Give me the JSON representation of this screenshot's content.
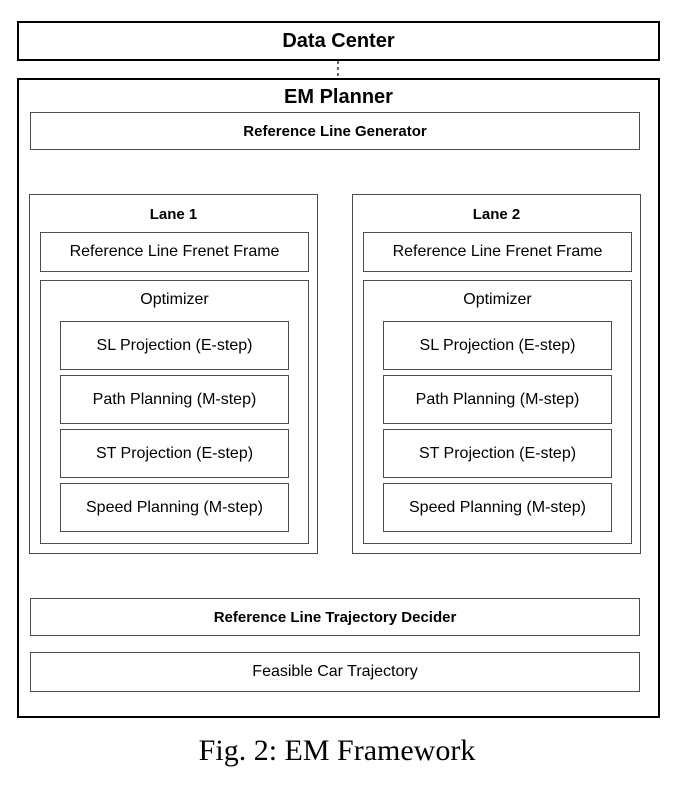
{
  "diagram": {
    "data_center_label": "Data Center",
    "em_planner_label": "EM Planner",
    "reference_line_generator_label": "Reference Line Generator",
    "lanes": [
      {
        "title": "Lane 1",
        "frenet_label": "Reference Line Frenet Frame",
        "optimizer_label": "Optimizer",
        "steps": [
          "SL Projection (E-step)",
          "Path Planning (M-step)",
          "ST Projection (E-step)",
          "Speed Planning (M-step)"
        ]
      },
      {
        "title": "Lane 2",
        "frenet_label": "Reference Line Frenet Frame",
        "optimizer_label": "Optimizer",
        "steps": [
          "SL Projection (E-step)",
          "Path Planning (M-step)",
          "ST Projection (E-step)",
          "Speed Planning (M-step)"
        ]
      }
    ],
    "trajectory_decider_label": "Reference Line Trajectory Decider",
    "feasible_trajectory_label": "Feasible Car Trajectory"
  },
  "caption": "Fig. 2: EM Framework",
  "colors": {
    "background": "#ffffff",
    "outer_border": "#000000",
    "inner_border": "#4d4d4d",
    "connector": "#2b2b2b",
    "text": "#000000"
  }
}
